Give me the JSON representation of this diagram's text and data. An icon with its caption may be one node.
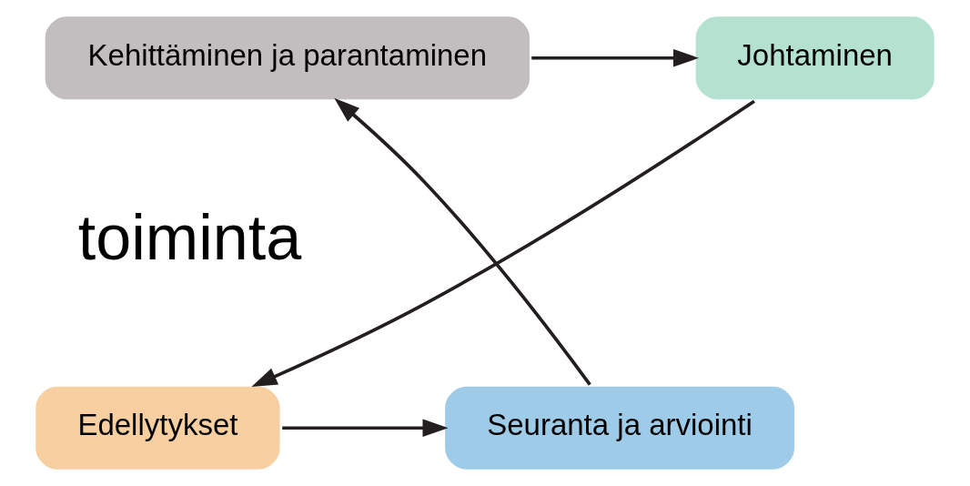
{
  "diagram": {
    "nodes": [
      {
        "text": [
          "Kehittäminen ja parantaminen"
        ]
      },
      {
        "text": [
          "Johtaminen"
        ]
      },
      {
        "text": [
          "Edellytykset"
        ]
      },
      {
        "text": [
          "Seuranta ja arviointi"
        ]
      }
    ],
    "edges": [
      {
        "from": 0,
        "to": 1,
        "arrow": "to"
      },
      {
        "from": 1,
        "to": 2,
        "arrow": "to"
      },
      {
        "from": 2,
        "to": 3,
        "arrow": "to"
      },
      {
        "from": 3,
        "to": 0,
        "arrow": "to"
      }
    ],
    "labels": [
      "toiminta"
    ]
  }
}
